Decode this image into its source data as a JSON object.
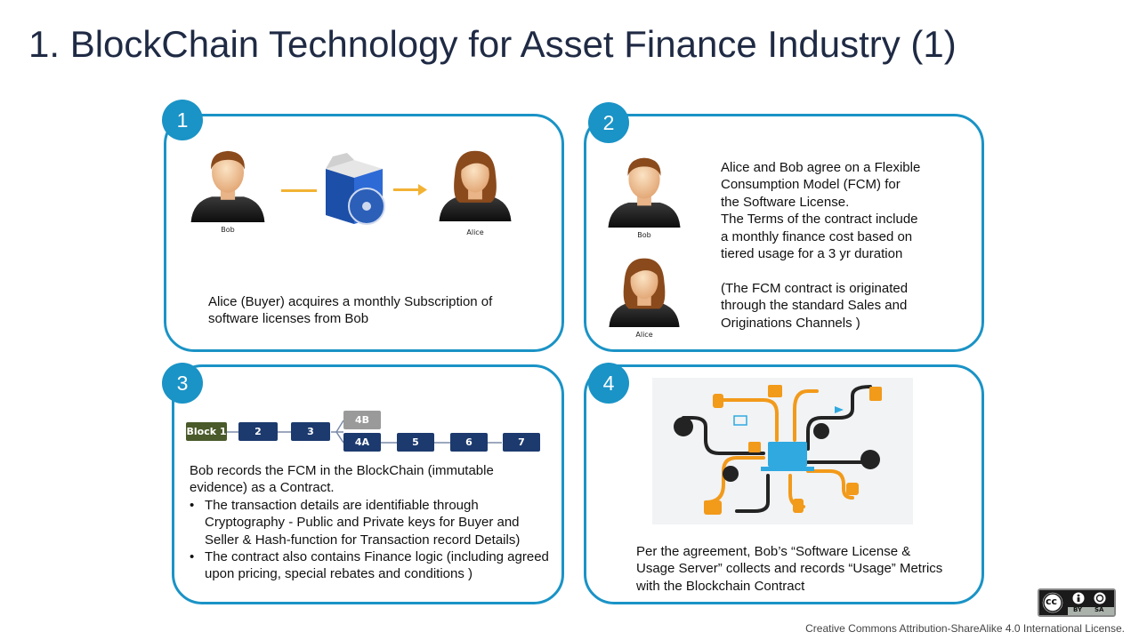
{
  "title": "1. BlockChain Technology for Asset Finance Industry (1)",
  "colors": {
    "accent": "#1a93c6",
    "title": "#1f2a44",
    "arrow": "#f2b233",
    "block1": "#4a5a2a",
    "block": "#1c3a6e",
    "block4b": "#9a9a9a"
  },
  "panels": [
    {
      "number": "1",
      "people": {
        "left": "Bob",
        "right": "Alice"
      },
      "text": "Alice (Buyer) acquires a  monthly  Subscription of software licenses from Bob"
    },
    {
      "number": "2",
      "people": {
        "top": "Bob",
        "bottom": "Alice"
      },
      "lines": [
        "Alice and Bob agree on a Flexible",
        "Consumption Model  (FCM) for",
        "the Software License.",
        "The Terms of the contract include",
        "a monthly  finance cost based on",
        "tiered usage for a 3 yr duration",
        "",
        "(The FCM  contract is originated",
        "through the standard Sales and",
        "Originations Channels  )"
      ]
    },
    {
      "number": "3",
      "blocks": [
        "Block 1",
        "2",
        "3",
        "4B",
        "4A",
        "5",
        "6",
        "7"
      ],
      "intro": "Bob records the FCM in the BlockChain (immutable evidence) as a Contract.",
      "bullets": [
        "The transaction details are identifiable through Cryptography - Public and Private keys for Buyer and Seller & Hash-function  for Transaction record Details)",
        "The contract also contains Finance logic (including agreed upon pricing, special rebates and conditions )"
      ]
    },
    {
      "number": "4",
      "text": "Per the agreement, Bob’s “Software License  & Usage Server” collects and records  “Usage” Metrics with  the Blockchain Contract"
    }
  ],
  "license": {
    "badge_by": "BY",
    "badge_sa": "SA",
    "footer": "Creative  Commons Attribution-ShareAlike  4.0 International  License."
  }
}
